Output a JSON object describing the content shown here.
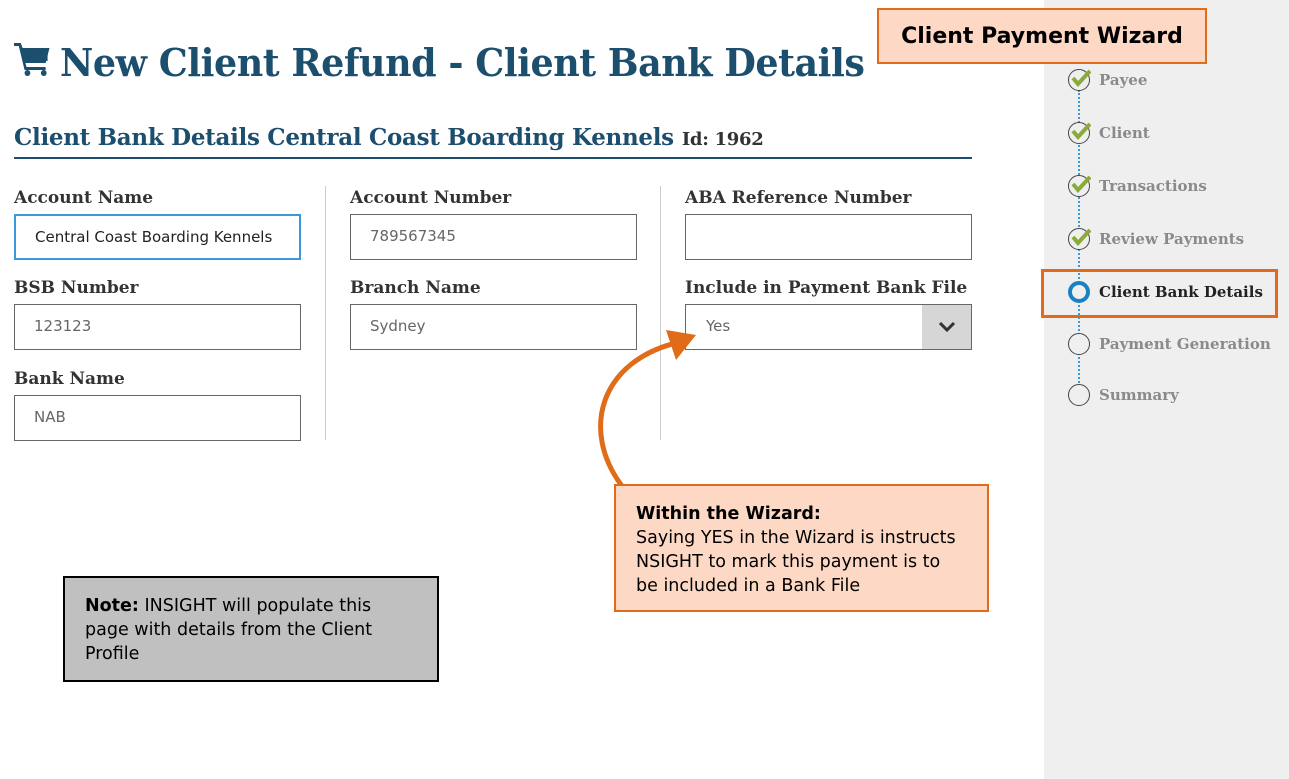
{
  "header": {
    "title": "New Client Refund - Client Bank Details",
    "icon": "shopping-cart-icon"
  },
  "section": {
    "title": "Client Bank Details Central Coast Boarding Kennels",
    "id_label": "Id: 1962"
  },
  "form": {
    "account_name": {
      "label": "Account Name",
      "value": "Central Coast Boarding Kennels"
    },
    "bsb_number": {
      "label": "BSB Number",
      "value": "123123"
    },
    "bank_name": {
      "label": "Bank Name",
      "value": "NAB"
    },
    "account_number": {
      "label": "Account Number",
      "value": "789567345"
    },
    "branch_name": {
      "label": "Branch Name",
      "value": "Sydney"
    },
    "aba_reference": {
      "label": "ABA Reference Number",
      "value": ""
    },
    "include_in_bank_file": {
      "label": "Include in Payment Bank File",
      "value": "Yes"
    }
  },
  "wizard": {
    "title": "Client Payment Wizard",
    "steps": [
      {
        "label": "Payee",
        "status": "done"
      },
      {
        "label": "Client",
        "status": "done"
      },
      {
        "label": "Transactions",
        "status": "done"
      },
      {
        "label": "Review Payments",
        "status": "done"
      },
      {
        "label": "Client Bank Details",
        "status": "current"
      },
      {
        "label": "Payment Generation",
        "status": "pending"
      },
      {
        "label": "Summary",
        "status": "pending"
      }
    ]
  },
  "callout": {
    "heading": "Within the Wizard:",
    "body": "Saying YES in the Wizard is instructs NSIGHT to mark this payment is to be included in a Bank File"
  },
  "note": {
    "heading": "Note:",
    "body": "INSIGHT will populate this page with details from the Client Profile"
  },
  "colors": {
    "primary": "#1c4e6e",
    "accent": "#e06c1a",
    "callout_bg": "#fdd9c5",
    "check": "#8aaa3a",
    "current": "#1a82c4"
  }
}
